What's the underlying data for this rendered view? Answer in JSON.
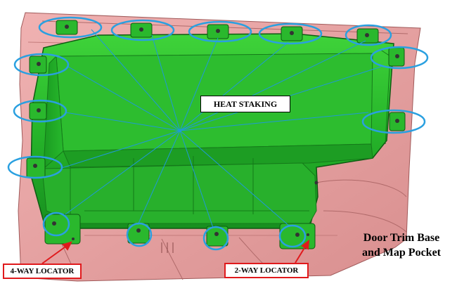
{
  "labels": {
    "heat_staking": "HEAT STAKING",
    "four_way_locator": "4-WAY LOCATOR",
    "two_way_locator": "2-WAY LOCATOR",
    "caption_line1": "Door Trim Base",
    "caption_line2": "and Map Pocket"
  },
  "colors": {
    "trim_base": "#e8a2a2",
    "pocket_green": "#22b82a",
    "callout_ellipse": "#2aa0e0",
    "leader_line": "#1f9ad6",
    "locator_border": "#e0191c",
    "locator_arrow": "#e0191c"
  },
  "heat_stake_count": 14
}
